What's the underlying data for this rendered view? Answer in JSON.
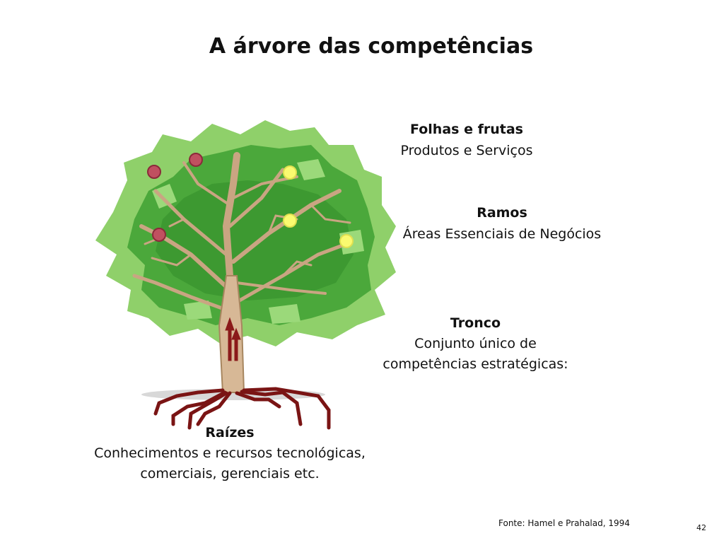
{
  "title": "A árvore das competências",
  "labels": {
    "folhas": {
      "heading": "Folhas e frutas",
      "text": "Produtos e Serviços"
    },
    "ramos": {
      "heading": "Ramos",
      "text": "Áreas Essenciais de Negócios"
    },
    "tronco": {
      "heading": "Tronco",
      "line1": "Conjunto único de",
      "line2": "competências estratégicas:"
    },
    "raizes": {
      "heading": "Raízes",
      "line1": "Conhecimentos e recursos tecnológicas,",
      "line2": "comerciais, gerenciais etc."
    }
  },
  "source": "Fonte: Hamel e Prahalad, 1994",
  "page_number": "42",
  "colors": {
    "foliage_light": "#8fd06a",
    "foliage_dark": "#3f9a34",
    "branch": "#c9a582",
    "root": "#7a1414",
    "fruit_red": "#c05060",
    "fruit_yellow": "#fafa70"
  }
}
